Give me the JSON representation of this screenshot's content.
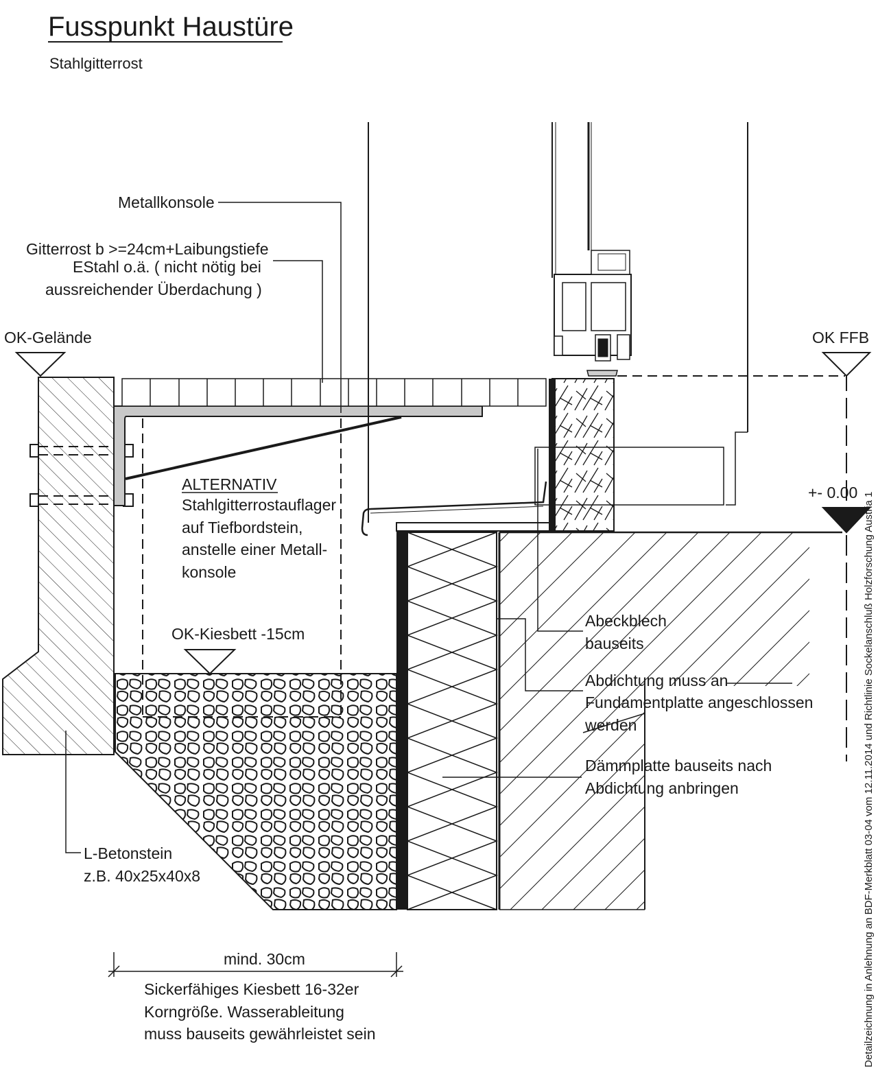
{
  "title": "Fusspunkt Haustüre",
  "subtitle": "Stahlgitterrost",
  "labels": {
    "metallkonsole": "Metallkonsole",
    "gitterrost_line1": "Gitterrost b >=24cm+Laibungstiefe",
    "gitterrost_line2": "EStahl o.ä. (   nicht nötig bei",
    "gitterrost_line3": "aussreichender Überdachung )",
    "ok_gelaende": "OK-Gelände",
    "ok_ffb": "OK FFB",
    "level_zero": "+- 0.00",
    "alternativ_heading": "ALTERNATIV",
    "alternativ_line1": "Stahlgitterrostauflager",
    "alternativ_line2": "auf Tiefbordstein,",
    "alternativ_line3": "anstelle einer Metall-",
    "alternativ_line4": "konsole",
    "ok_kiesbett": "OK-Kiesbett -15cm",
    "abeckblech_line1": "Abeckblech",
    "abeckblech_line2": "bauseits",
    "abdichtung_line1": "Abdichtung muss an",
    "abdichtung_line2": "Fundamentplatte angeschlossen",
    "abdichtung_line3": "werden",
    "daemmplatte_line1": "Dämmplatte bauseits nach",
    "daemmplatte_line2": "Abdichtung anbringen",
    "betonstein_line1": "L-Betonstein",
    "betonstein_line2": "z.B. 40x25x40x8",
    "dimension": "mind. 30cm",
    "kiesbett_line1": "Sickerfähiges Kiesbett 16-32er",
    "kiesbett_line2": "Korngröße. Wasserableitung",
    "kiesbett_line3": "muss bauseits gewährleistet sein"
  },
  "side_note": "Detailzeichnung in Anlehnung an BDF-Merkblatt 03-04 vom 12.11.2014 und Richtlinie Sockelanschluß Holzforschung Austria 1",
  "colors": {
    "ink": "#1a1a1a",
    "steel_fill": "#c8c8c8",
    "paper": "#ffffff"
  }
}
